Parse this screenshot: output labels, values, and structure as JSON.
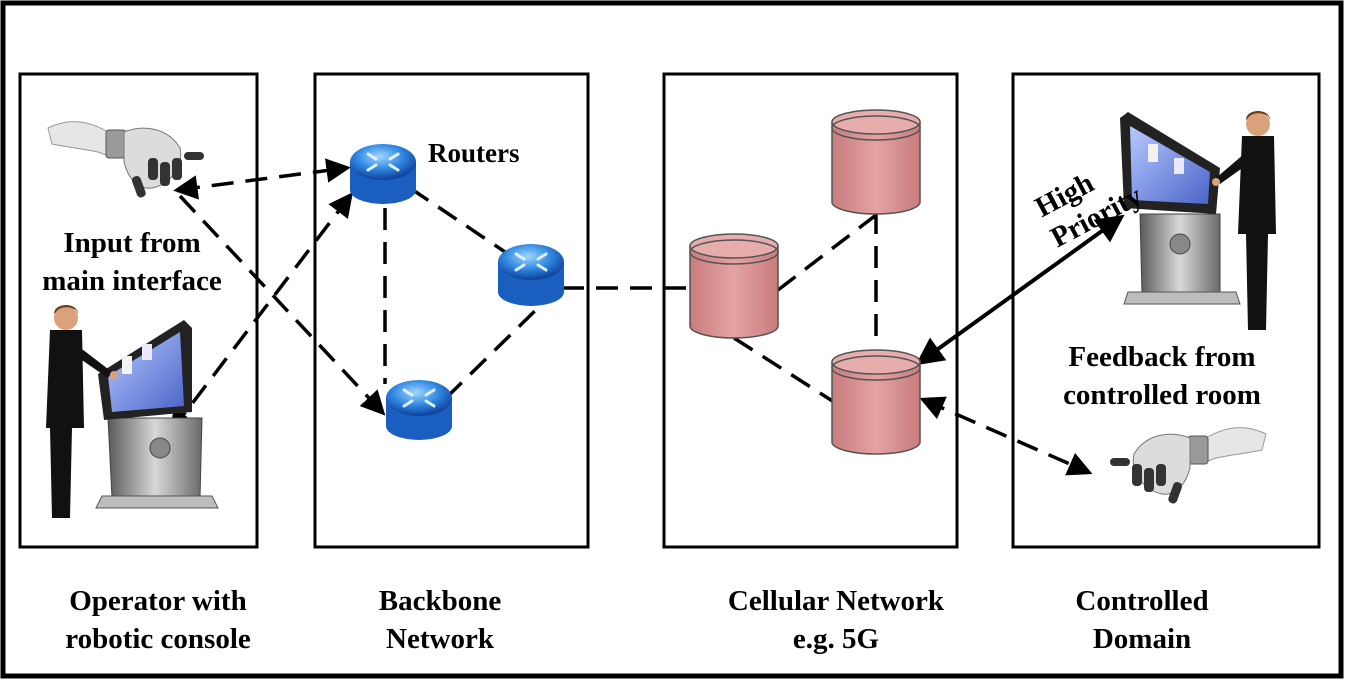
{
  "labels": {
    "routers": "Routers",
    "input_line1": "Input from",
    "input_line2": "main interface",
    "high_priority_line1": "High",
    "high_priority_line2": "Priority",
    "feedback_line1": "Feedback from",
    "feedback_line2": "controlled room"
  },
  "domains": [
    {
      "line1": "Operator with",
      "line2": "robotic console"
    },
    {
      "line1": "Backbone",
      "line2": "Network"
    },
    {
      "line1": "Cellular Network",
      "line2": "e.g. 5G"
    },
    {
      "line1": "Controlled",
      "line2": "Domain"
    }
  ],
  "colors": {
    "router_blue": "#2f86e0",
    "database_pink": "#d98f8f",
    "outline": "#000000"
  },
  "icons": [
    "robot-hand-icon",
    "kiosk-operator-icon",
    "router-icon",
    "database-icon"
  ]
}
